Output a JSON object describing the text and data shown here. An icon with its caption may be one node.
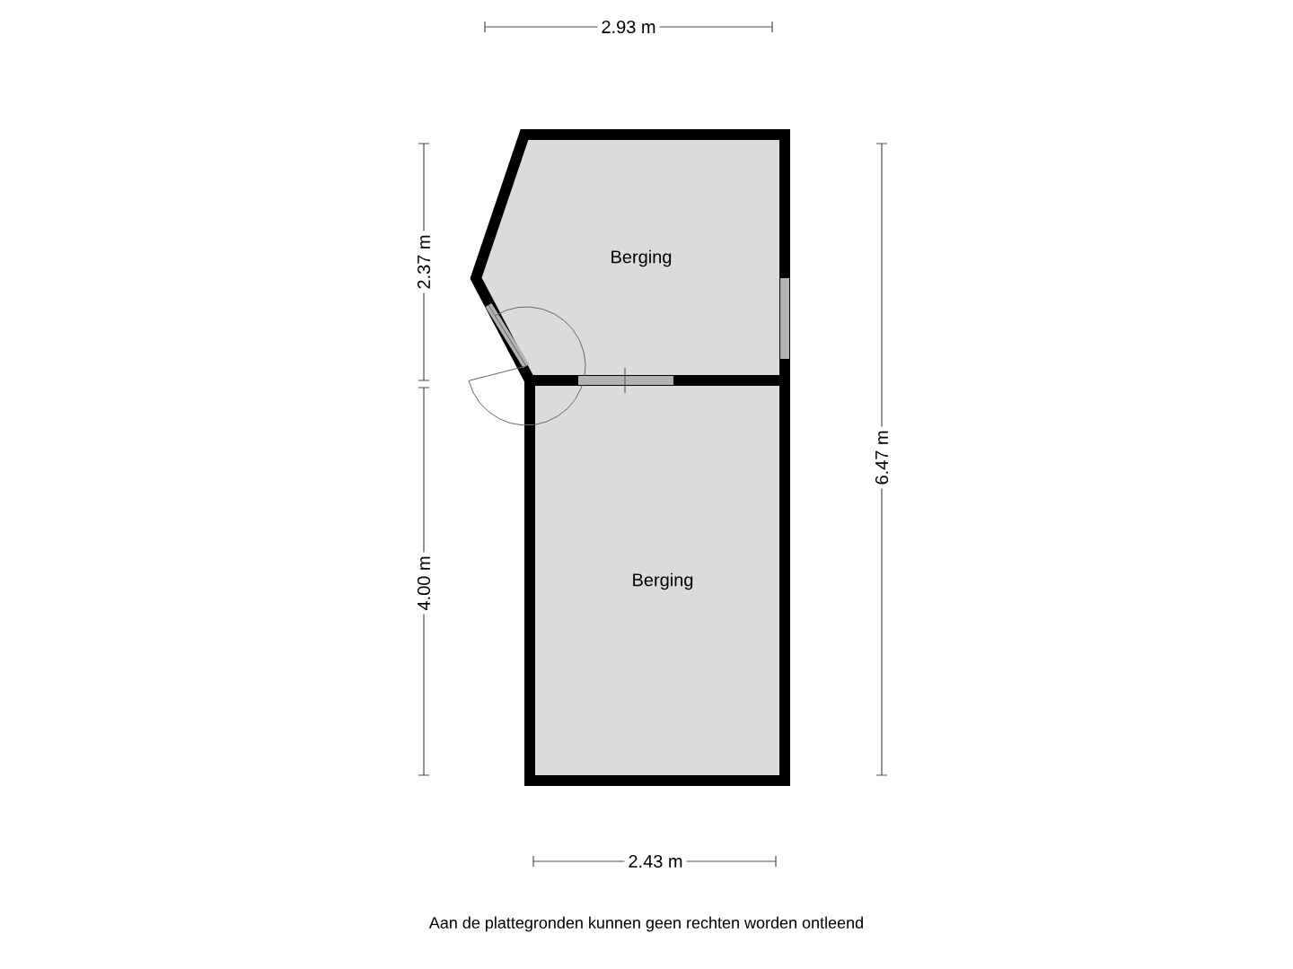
{
  "diagram": {
    "nodes": [
      {
        "text": [
          "Berging"
        ]
      },
      {
        "text": [
          "Berging"
        ]
      }
    ],
    "labels": [
      "2.93 m",
      "2.37 m",
      "6.47 m",
      "4.00 m",
      "2.43 m",
      "Aan de plattegronden kunnen geen rechten worden ontleend"
    ]
  }
}
